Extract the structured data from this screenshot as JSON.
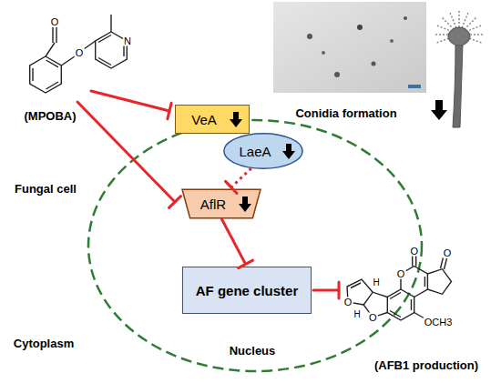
{
  "diagram": {
    "nodes": [
      {
        "text": [
          "VeA"
        ]
      },
      {
        "text": [
          "LaeA"
        ]
      },
      {
        "text": [
          "AflR"
        ]
      },
      {
        "text": [
          "AF gene cluster"
        ]
      }
    ],
    "edges": [
      {
        "from": 1,
        "to": 2,
        "arrow": "to"
      },
      {
        "from": 2,
        "to": 3,
        "arrow": "to"
      }
    ],
    "labels": [
      "(MPOBA)",
      "Conidia formation",
      "Fungal cell",
      "Cytoplasm",
      "Nucleus",
      "(AFB1 production)",
      "O",
      "O",
      "N",
      "O",
      "O",
      "O",
      "O",
      "O",
      "OCH3",
      "H",
      "H"
    ]
  }
}
